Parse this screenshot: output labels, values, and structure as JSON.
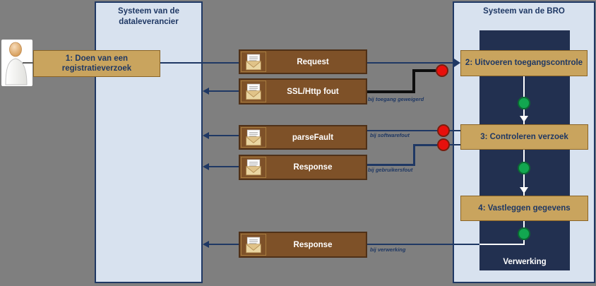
{
  "diagram": {
    "actor": {
      "icon": "person"
    },
    "lanes": {
      "left": {
        "title": "Systeem van de dataleverancier"
      },
      "right": {
        "title": "Systeem van de BRO",
        "process_label": "Verwerking"
      }
    },
    "steps": [
      {
        "id": 1,
        "label": "1: Doen van een registratieverzoek"
      },
      {
        "id": 2,
        "label": "2: Uitvoeren toegangscontrole"
      },
      {
        "id": 3,
        "label": "3: Controleren verzoek"
      },
      {
        "id": 4,
        "label": "4: Vastleggen gegevens"
      }
    ],
    "messages": [
      {
        "label": "Request",
        "direction": "right"
      },
      {
        "label": "SSL/Http fout",
        "direction": "left",
        "note": "bij toegang geweigerd"
      },
      {
        "label": "parseFault",
        "direction": "left",
        "note": "bij softwarefout"
      },
      {
        "label": "Response",
        "direction": "left",
        "note": "bij gebruikersfout"
      },
      {
        "label": "Response",
        "direction": "left",
        "note": "bij verwerking"
      }
    ],
    "colors": {
      "background": "#7F7F7F",
      "lane_fill": "#D8E2EF",
      "lane_border": "#1F3864",
      "process_box": "#223050",
      "step_fill": "#C9A45E",
      "step_border": "#8A6426",
      "message_fill": "#7E5128",
      "message_border": "#4F3118",
      "line": "#1F3864",
      "error_line": "#0E0E0E",
      "red_dot": "#E8100C",
      "green_dot": "#12A750"
    }
  }
}
